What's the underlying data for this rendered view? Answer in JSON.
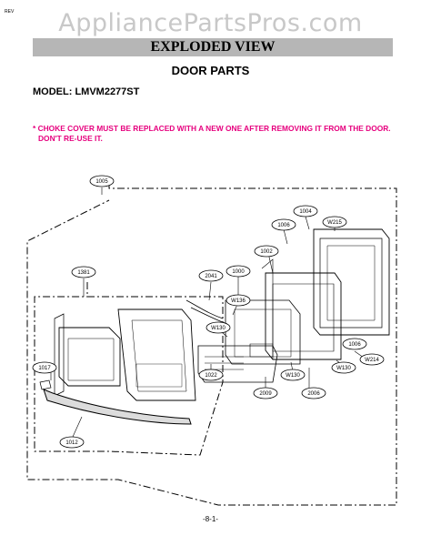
{
  "watermark": "AppliancePartsPros.com",
  "revision": "REV",
  "header": {
    "title": "EXPLODED VIEW"
  },
  "section_title": "DOOR PARTS",
  "model_label": "MODEL: LMVM2277ST",
  "note": {
    "line1": "* CHOKE COVER MUST BE REPLACED WITH A NEW ONE AFTER REMOVING IT FROM THE DOOR.",
    "line2": "DON'T RE-USE IT."
  },
  "callouts": {
    "c1005": "1005",
    "c1004": "1004",
    "w215": "W215",
    "c1006a": "1006",
    "c1002": "1002",
    "c1381": "1381",
    "c2041": "2041",
    "c1000": "1000",
    "w136": "W136",
    "w130a": "W130",
    "c1006b": "1006",
    "w214": "W214",
    "w130b": "W130",
    "w130c": "W130",
    "c1017": "1017",
    "c1022": "1022",
    "c2009": "2009",
    "c2006": "2006",
    "c1012": "1012"
  },
  "page_number": "-8-1-"
}
